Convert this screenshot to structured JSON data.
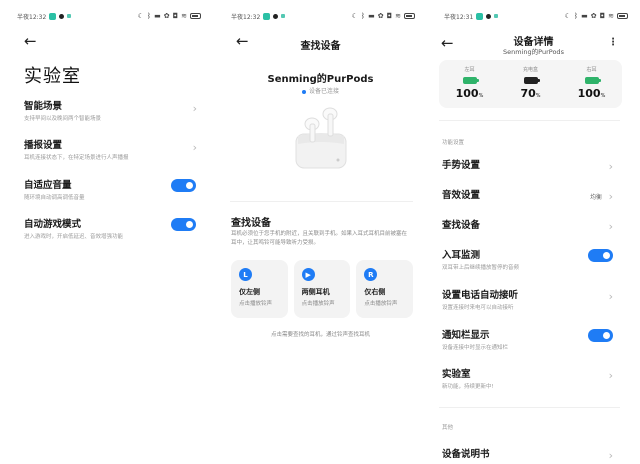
{
  "colors": {
    "accent": "#1f7cf5",
    "battery_green": "#2fb36a",
    "battery_dark": "#222222",
    "card_bg": "#f3f3f3"
  },
  "panels": [
    {
      "status_bar": {
        "time": "半夜12:32",
        "icons": [
          "moon-icon",
          "bluetooth-icon",
          "earbuds-icon",
          "settings-icon",
          "camera-icon",
          "wifi-icon",
          "battery-icon"
        ]
      },
      "page_title": "实验室",
      "items": [
        {
          "title": "智能场景",
          "subtitle": "支持早间以及晚间两个智能场景",
          "control": "chevron",
          "chevron": "›"
        },
        {
          "title": "播报设置",
          "subtitle": "耳机连接状态下，在特定场景进行人声播报",
          "control": "chevron",
          "chevron": "›"
        },
        {
          "title": "自适应音量",
          "subtitle": "随环境自动调高调低音量",
          "control": "toggle",
          "on": true
        },
        {
          "title": "自动游戏模式",
          "subtitle": "进入游戏时，开启低延迟、音效增强功能",
          "control": "toggle",
          "on": true
        }
      ],
      "back_icon": "←"
    },
    {
      "status_bar": {
        "time": "半夜12:32"
      },
      "back_icon": "←",
      "page_title": "查找设备",
      "device_name": "Senming的PurPods",
      "connection_status": "设备已连接",
      "section_title": "查找设备",
      "section_desc": "耳机必须位于您手机的附近，且关联到手机。如果入耳式耳机目前被塞在耳中，让其鸣铃可能导致听力受损。",
      "cards": [
        {
          "icon": "L",
          "title": "仅左侧",
          "subtitle": "点击播放铃声"
        },
        {
          "icon": "▶",
          "title": "两侧耳机",
          "subtitle": "点击播放铃声"
        },
        {
          "icon": "R",
          "title": "仅右侧",
          "subtitle": "点击播放铃声"
        }
      ],
      "hint": "点击需要查找的耳机，通过铃声查找耳机"
    },
    {
      "status_bar": {
        "time": "半夜12:31"
      },
      "back_icon": "←",
      "page_title": "设备详情",
      "subtitle": "Senming的PurPods",
      "more_icon": "⋮",
      "battery": [
        {
          "label": "左耳",
          "value": "100",
          "unit": "%",
          "state": "full"
        },
        {
          "label": "充电盒",
          "value": "70",
          "unit": "%",
          "state": "dark"
        },
        {
          "label": "右耳",
          "value": "100",
          "unit": "%",
          "state": "full"
        }
      ],
      "group1": "功能设置",
      "items": [
        {
          "title": "手势设置",
          "control": "chevron",
          "chevron": "›"
        },
        {
          "title": "音效设置",
          "value": "均衡",
          "control": "chevron",
          "chevron": "›"
        },
        {
          "title": "查找设备",
          "control": "chevron",
          "chevron": "›"
        },
        {
          "title": "入耳监测",
          "subtitle": "双耳带上后继续播放暂停的音频",
          "control": "toggle",
          "on": true
        },
        {
          "title": "设置电话自动接听",
          "subtitle": "设置连接时来电可以自动接听",
          "control": "chevron",
          "chevron": "›"
        },
        {
          "title": "通知栏显示",
          "subtitle": "设备连接中时显示在通知栏",
          "control": "toggle",
          "on": true
        },
        {
          "title": "实验室",
          "subtitle": "新功能，持续更新中!",
          "control": "chevron",
          "chevron": "›"
        }
      ],
      "group2": "其他",
      "items2": [
        {
          "title": "设备说明书",
          "chevron": "›"
        }
      ]
    }
  ]
}
